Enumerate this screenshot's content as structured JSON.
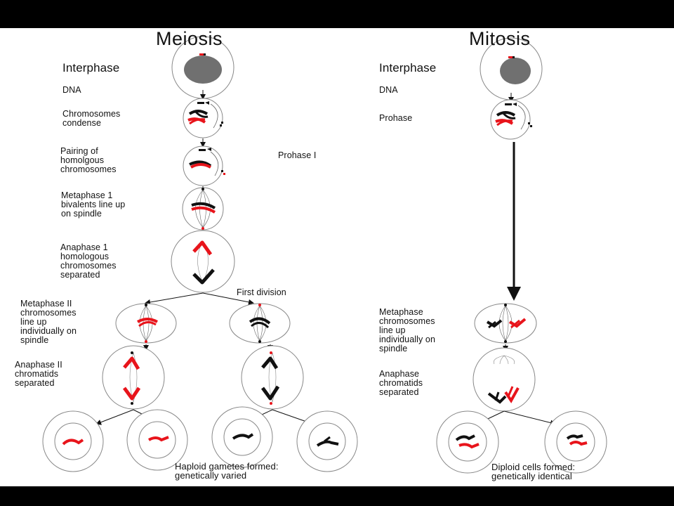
{
  "meiosis": {
    "title": "Meiosis",
    "interphase": "Interphase",
    "dna": "DNA",
    "condense": "Chromosomes\ncondense",
    "pairing": "Pairing of\nhomolgous\nchromosomes",
    "prophase_one": "Prohase I",
    "metaphase_one": "Metaphase 1\nbivalents line up\non spindle",
    "anaphase_one": "Anaphase 1\nhomologous\nchromosomes\nseparated",
    "first_division": "First division",
    "metaphase_two": "Metaphase II\nchromosomes\nline up\nindividually on\nspindle",
    "anaphase_two": "Anaphase II\nchromatids\nseparated",
    "result": "Haploid gametes formed:\ngenetically varied"
  },
  "mitosis": {
    "title": "Mitosis",
    "interphase": "Interphase",
    "dna": "DNA",
    "prophase": "Prohase",
    "metaphase": "Metaphase\nchromosomes\nline up\nindividually on\nspindle",
    "anaphase": "Anaphase\nchromatids\nseparated",
    "result": "Diploid cells formed:\ngenetically identical"
  },
  "colors": {
    "chromosome_red": "#e8141b",
    "chromosome_black": "#111111",
    "nucleus": "#707070",
    "background_bar": "#000000"
  }
}
